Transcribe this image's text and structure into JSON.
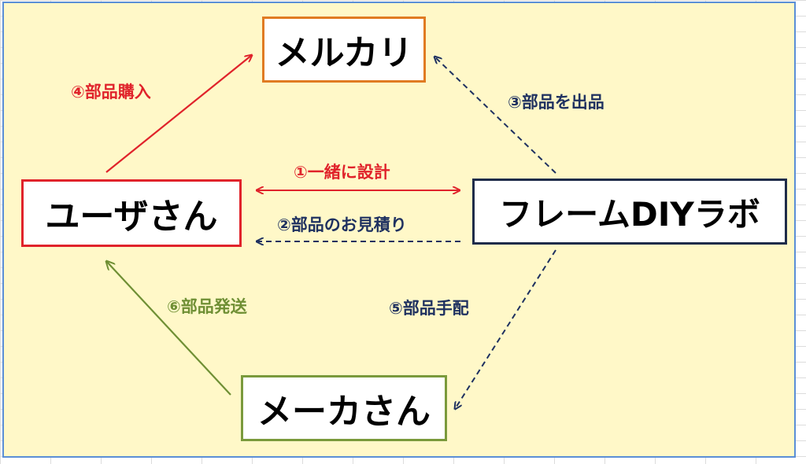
{
  "nodes": {
    "mercari": "メルカリ",
    "user": "ユーザさん",
    "frame_diy_lab": "フレームDIYラボ",
    "maker": "メーカさん"
  },
  "edges": [
    {
      "id": "1",
      "label": "①一緒に設計",
      "from": "user",
      "to": "frame_diy_lab",
      "style": "solid",
      "bidirectional": true,
      "color": "#e0232b"
    },
    {
      "id": "2",
      "label": "②部品のお見積り",
      "from": "frame_diy_lab",
      "to": "user",
      "style": "dashed",
      "color": "#1f3160"
    },
    {
      "id": "3",
      "label": "③部品を出品",
      "from": "frame_diy_lab",
      "to": "mercari",
      "style": "dashed",
      "color": "#1f3160"
    },
    {
      "id": "4",
      "label": "④部品購入",
      "from": "user",
      "to": "mercari",
      "style": "solid",
      "color": "#e0232b"
    },
    {
      "id": "5",
      "label": "⑤部品手配",
      "from": "frame_diy_lab",
      "to": "maker",
      "style": "dashed",
      "color": "#1f3160"
    },
    {
      "id": "6",
      "label": "⑥部品発送",
      "from": "maker",
      "to": "user",
      "style": "solid",
      "color": "#6f8f34"
    }
  ],
  "colors": {
    "background": "#fff8c8",
    "border": "#5b8fd6",
    "mercari_border": "#e07b22",
    "user_border": "#e0232b",
    "frame_border": "#1f2c4a",
    "maker_border": "#7a9a3c"
  }
}
